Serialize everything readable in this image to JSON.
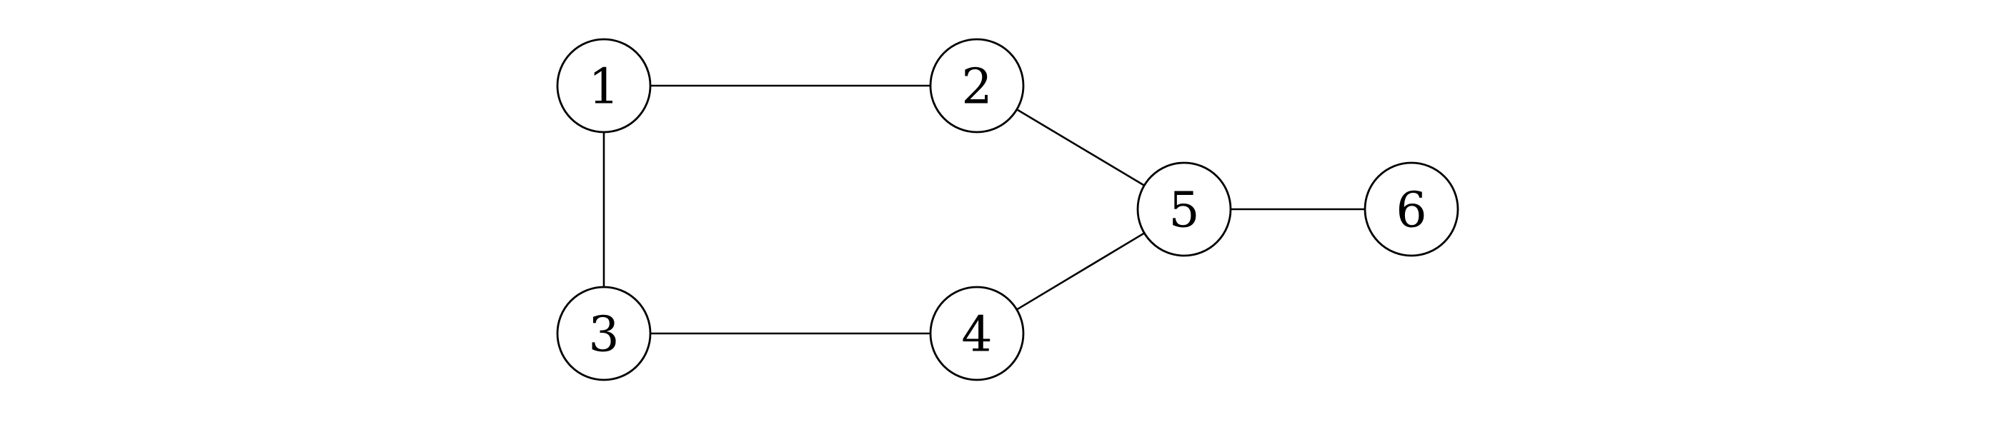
{
  "graph": {
    "nodes": [
      {
        "id": "1",
        "label": "1"
      },
      {
        "id": "2",
        "label": "2"
      },
      {
        "id": "3",
        "label": "3"
      },
      {
        "id": "4",
        "label": "4"
      },
      {
        "id": "5",
        "label": "5"
      },
      {
        "id": "6",
        "label": "6"
      }
    ],
    "edges": [
      {
        "from": "1",
        "to": "2"
      },
      {
        "from": "1",
        "to": "3"
      },
      {
        "from": "3",
        "to": "4"
      },
      {
        "from": "2",
        "to": "5"
      },
      {
        "from": "4",
        "to": "5"
      },
      {
        "from": "5",
        "to": "6"
      }
    ]
  }
}
